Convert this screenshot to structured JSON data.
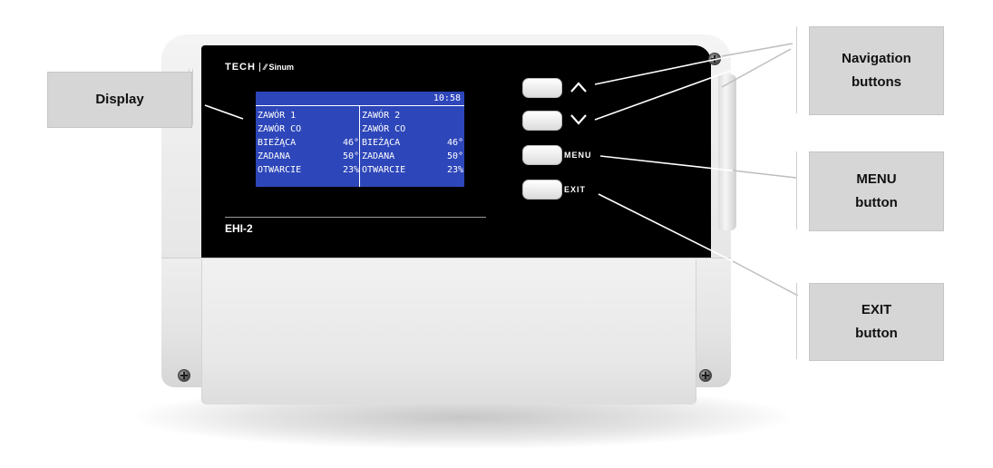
{
  "device": {
    "brand_logo": "TECH",
    "partner_logo": "Sinum",
    "model": "EHI-2",
    "colors": {
      "panel": "#000000",
      "lcd_background": "#2d46b9",
      "lcd_text": "#ffffff",
      "callout_background": "#d6d6d6"
    }
  },
  "display": {
    "clock": "10:58",
    "left_column": [
      {
        "label": "ZAWÓR 1",
        "value": ""
      },
      {
        "label": "ZAWÓR CO",
        "value": ""
      },
      {
        "label": "BIEŻĄCA",
        "value": "46°"
      },
      {
        "label": "ZADANA",
        "value": "50°"
      },
      {
        "label": "OTWARCIE",
        "value": "23%"
      }
    ],
    "right_column": [
      {
        "label": "ZAWÓR 2",
        "value": ""
      },
      {
        "label": "ZAWÓR CO",
        "value": ""
      },
      {
        "label": "BIEŻĄCA",
        "value": "46°"
      },
      {
        "label": "ZADANA",
        "value": "50°"
      },
      {
        "label": "OTWARCIE",
        "value": "23%"
      }
    ]
  },
  "buttons": {
    "up_icon": "chevron-up-icon",
    "down_icon": "chevron-down-icon",
    "menu_label": "MENU",
    "exit_label": "EXIT"
  },
  "callouts": {
    "display": "Display",
    "navigation_line1": "Navigation",
    "navigation_line2": "buttons",
    "menu_line1": "MENU",
    "menu_line2": "button",
    "exit_line1": "EXIT",
    "exit_line2": "button"
  }
}
